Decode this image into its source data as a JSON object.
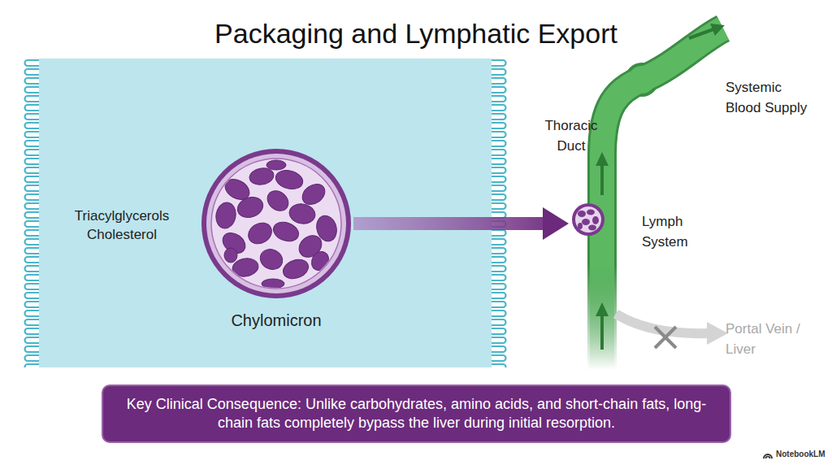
{
  "diagram": {
    "title": "Packaging and Lymphatic Export",
    "nodes": [
      {
        "text": [
          "Triacylglycerols Cholesterol"
        ]
      },
      {
        "text": [
          "Chylomicron"
        ],
        "in": 0
      },
      {
        "text": [
          "Lymph System"
        ]
      },
      {
        "text": [
          "Key Clinical Consequence: Unlike carbohydrates, amino acids, and short-chain fats, long-chain fats completely bypass the liver during initial resorption."
        ]
      }
    ],
    "edges": [
      {
        "from": 1,
        "to": 2,
        "arrow": "to"
      }
    ],
    "labels": [
      "Thoracic Duct",
      "Systemic Blood Supply",
      "Portal Vein / Liver",
      "NotebookLM"
    ]
  }
}
